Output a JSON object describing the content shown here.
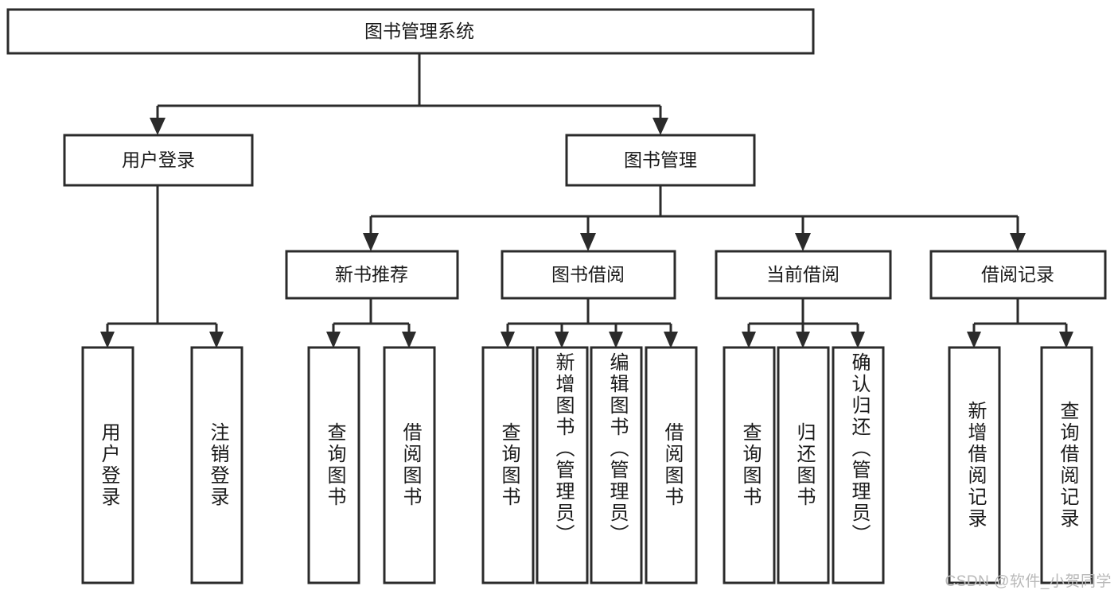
{
  "diagram": {
    "type": "tree-hierarchy",
    "title": "图书管理系统",
    "watermark": "CSDN @软件_小贺同学",
    "colors": {
      "stroke": "#2b2b2b",
      "fill": "#ffffff",
      "text": "#1a1a1a",
      "watermark": "#b9b9b9",
      "background": "#ffffff"
    },
    "root": {
      "id": "root",
      "label": "图书管理系统"
    },
    "level2": [
      {
        "id": "user-login",
        "label": "用户登录"
      },
      {
        "id": "book-manage",
        "label": "图书管理"
      }
    ],
    "level3": [
      {
        "id": "new-book-recommend",
        "label": "新书推荐",
        "parent": "book-manage"
      },
      {
        "id": "book-borrow",
        "label": "图书借阅",
        "parent": "book-manage"
      },
      {
        "id": "current-borrow",
        "label": "当前借阅",
        "parent": "book-manage"
      },
      {
        "id": "borrow-record",
        "label": "借阅记录",
        "parent": "book-manage"
      }
    ],
    "leaves": [
      {
        "id": "leaf-user-login",
        "label": "用户登录",
        "parent": "user-login"
      },
      {
        "id": "leaf-logout-login",
        "label": "注销登录",
        "parent": "user-login"
      },
      {
        "id": "leaf-query-book-1",
        "label": "查询图书",
        "parent": "new-book-recommend"
      },
      {
        "id": "leaf-borrow-book-1",
        "label": "借阅图书",
        "parent": "new-book-recommend"
      },
      {
        "id": "leaf-query-book-2",
        "label": "查询图书",
        "parent": "book-borrow"
      },
      {
        "id": "leaf-add-book",
        "label": "新增图书（管理员）",
        "parent": "book-borrow"
      },
      {
        "id": "leaf-edit-book",
        "label": "编辑图书（管理员）",
        "parent": "book-borrow"
      },
      {
        "id": "leaf-borrow-book-2",
        "label": "借阅图书",
        "parent": "book-borrow"
      },
      {
        "id": "leaf-query-book-3",
        "label": "查询图书",
        "parent": "current-borrow"
      },
      {
        "id": "leaf-return-book",
        "label": "归还图书",
        "parent": "current-borrow"
      },
      {
        "id": "leaf-confirm-return",
        "label": "确认归还（管理员）",
        "parent": "current-borrow"
      },
      {
        "id": "leaf-add-record",
        "label": "新增借阅记录",
        "parent": "borrow-record"
      },
      {
        "id": "leaf-query-record",
        "label": "查询借阅记录",
        "parent": "borrow-record"
      }
    ]
  }
}
